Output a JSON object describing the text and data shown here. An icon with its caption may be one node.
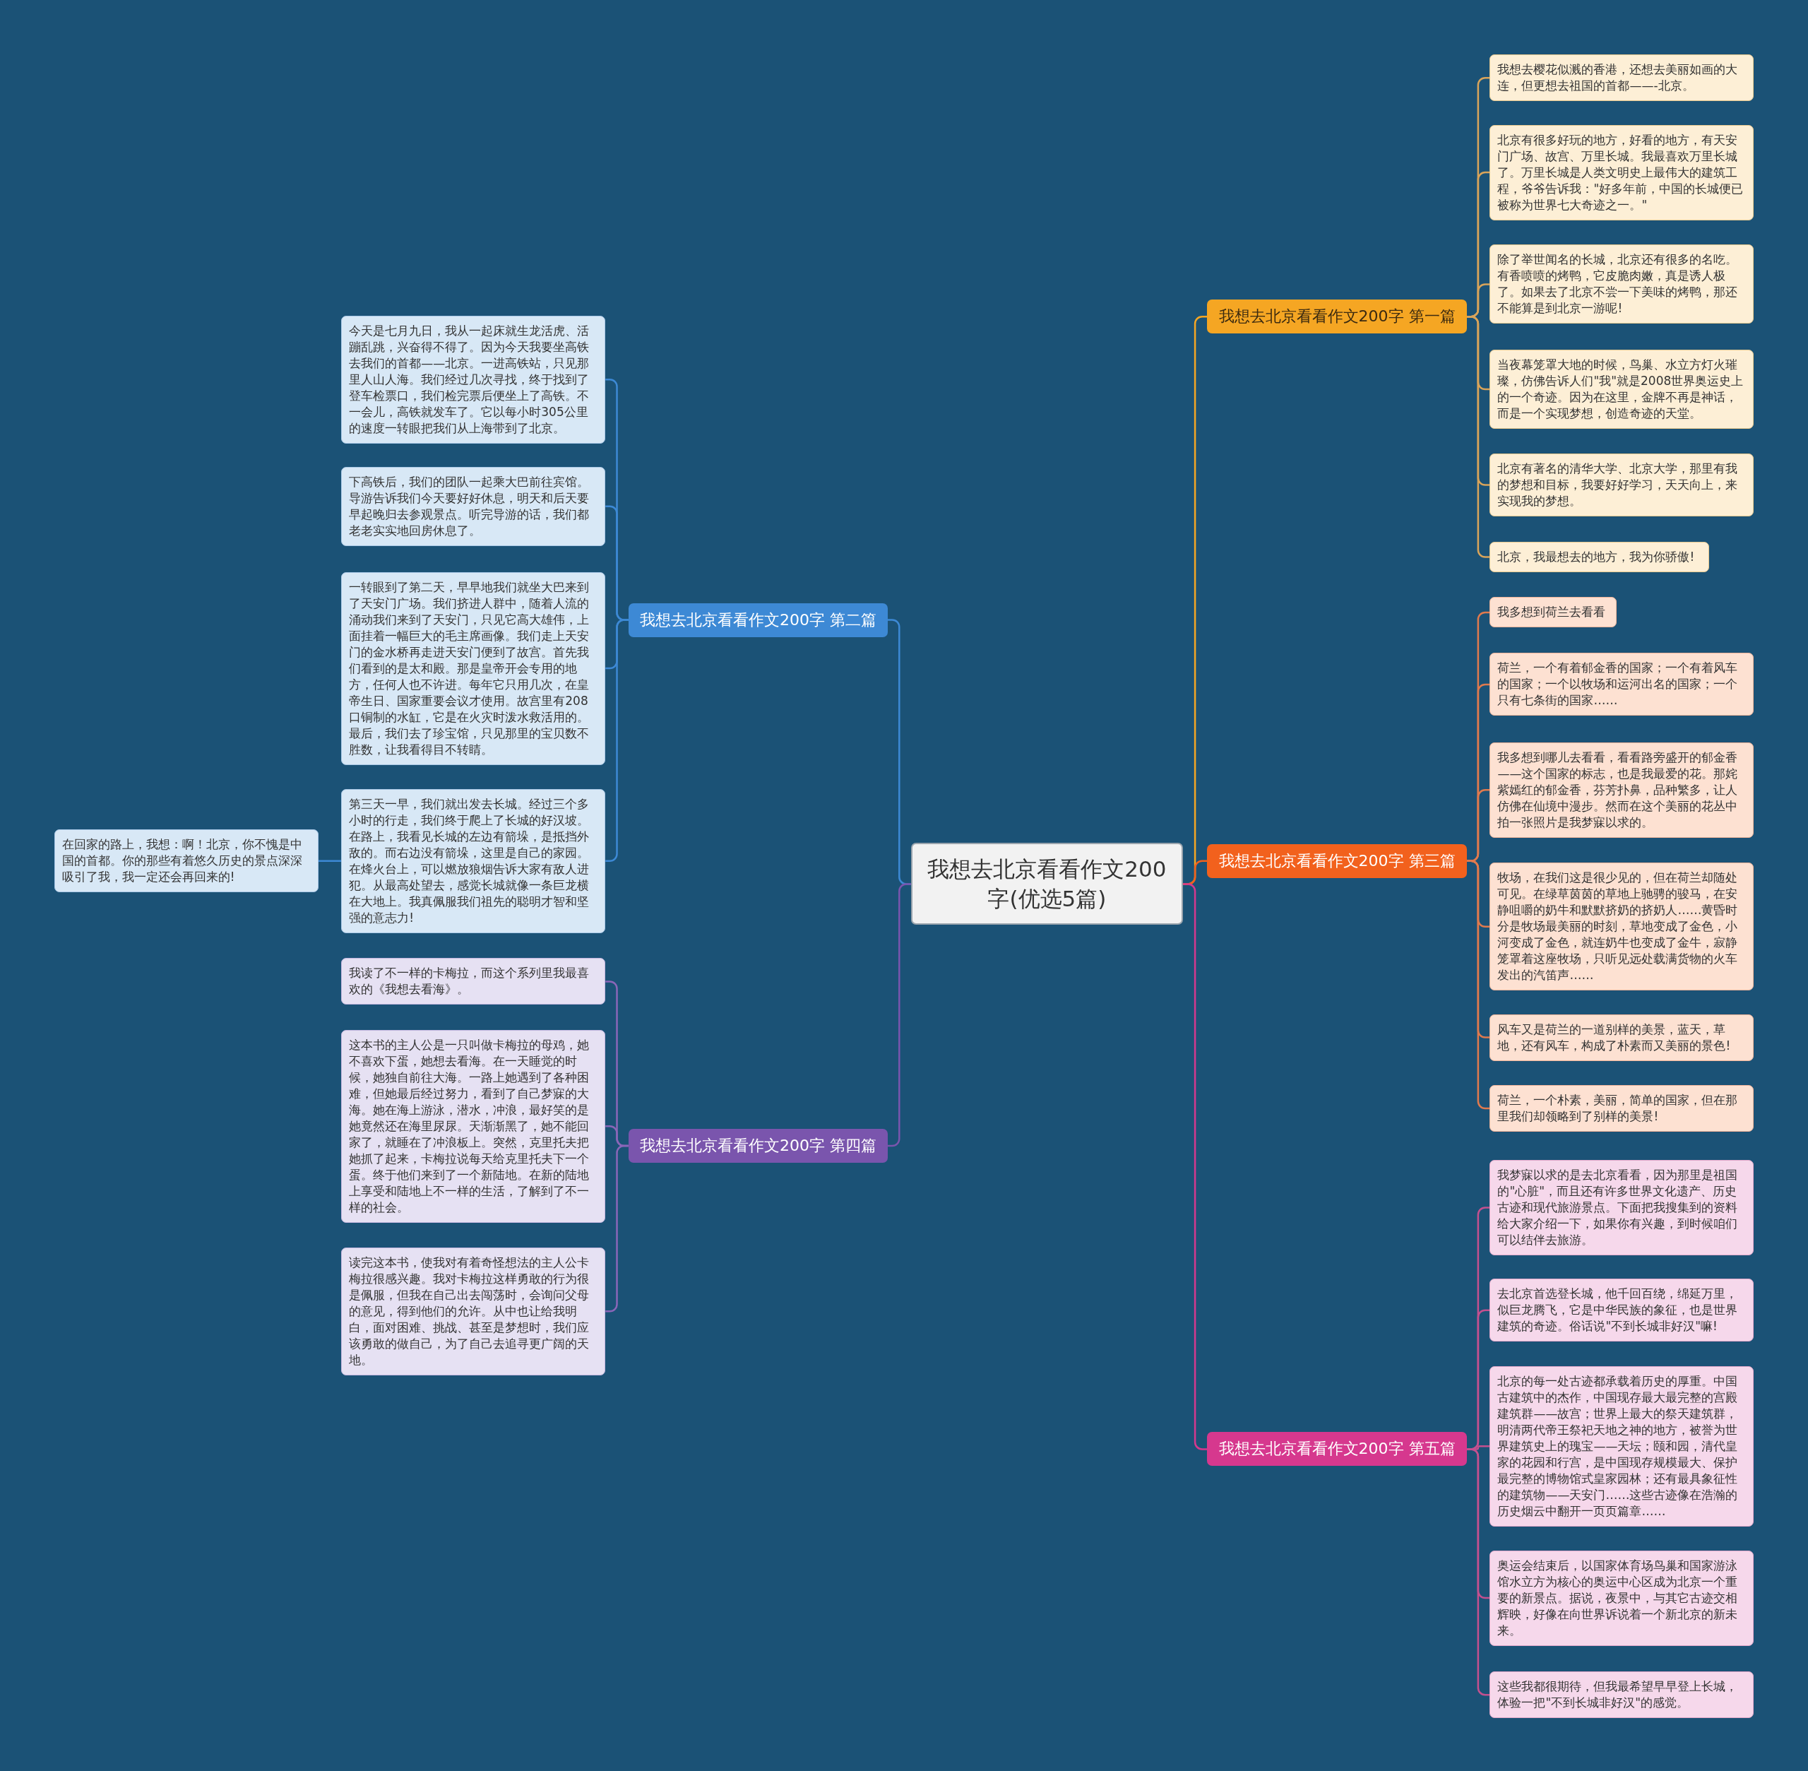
{
  "diagram": {
    "nodes": [
      {
        "text": [
          "我想去北京看看作文200字(优选5篇)"
        ]
      },
      {
        "text": [
          "我想去北京看看作文200字 第一篇"
        ]
      },
      {
        "text": [
          "我想去樱花似溅的香港，还想去美丽如画的大连，但更想去祖国的首都——-北京。"
        ]
      },
      {
        "text": [
          "北京有很多好玩的地方，好看的地方，有天安门广场、故宫、万里长城。我最喜欢万里长城了。万里长城是人类文明史上最伟大的建筑工程，爷爷告诉我：\"好多年前，中国的长城便已被称为世界七大奇迹之一。\""
        ]
      },
      {
        "text": [
          "除了举世闻名的长城，北京还有很多的名吃。有香喷喷的烤鸭，它皮脆肉嫩，真是诱人极了。如果去了北京不尝一下美味的烤鸭，那还不能算是到北京一游呢!"
        ]
      },
      {
        "text": [
          "当夜幕笼罩大地的时候，鸟巢、水立方灯火璀璨，仿佛告诉人们\"我\"就是2008世界奥运史上的一个奇迹。因为在这里，金牌不再是神话，而是一个实现梦想，创造奇迹的天堂。"
        ]
      },
      {
        "text": [
          "北京有著名的清华大学、北京大学，那里有我的梦想和目标，我要好好学习，天天向上，来实现我的梦想。"
        ]
      },
      {
        "text": [
          "北京，我最想去的地方，我为你骄傲!"
        ]
      },
      {
        "text": [
          "我想去北京看看作文200字 第三篇"
        ]
      },
      {
        "text": [
          "我多想到荷兰去看看"
        ]
      },
      {
        "text": [
          "荷兰，一个有着郁金香的国家；一个有着风车的国家；一个以牧场和运河出名的国家；一个只有七条街的国家……"
        ]
      },
      {
        "text": [
          "我多想到哪儿去看看，看看路旁盛开的郁金香——这个国家的标志，也是我最爱的花。那姹紫嫣红的郁金香，芬芳扑鼻，品种繁多，让人仿佛在仙境中漫步。然而在这个美丽的花丛中拍一张照片是我梦寐以求的。"
        ]
      },
      {
        "text": [
          "牧场，在我们这是很少见的，但在荷兰却随处可见。在绿草茵茵的草地上驰骋的骏马，在安静咀嚼的奶牛和默默挤奶的挤奶人……黄昏时分是牧场最美丽的时刻，草地变成了金色，小河变成了金色，就连奶牛也变成了金牛，寂静笼罩着这座牧场，只听见远处载满货物的火车发出的汽笛声……"
        ]
      },
      {
        "text": [
          "风车又是荷兰的一道别样的美景，蓝天，草地，还有风车，构成了朴素而又美丽的景色!"
        ]
      },
      {
        "text": [
          "荷兰，一个朴素，美丽，简单的国家，但在那里我们却领略到了别样的美景!"
        ]
      },
      {
        "text": [
          "我想去北京看看作文200字 第五篇"
        ]
      },
      {
        "text": [
          "我梦寐以求的是去北京看看，因为那里是祖国的\"心脏\"，而且还有许多世界文化遗产、历史古迹和现代旅游景点。下面把我搜集到的资料给大家介绍一下，如果你有兴趣，到时候咱们可以结伴去旅游。"
        ]
      },
      {
        "text": [
          "去北京首选登长城，他千回百绕，绵延万里，似巨龙腾飞，它是中华民族的象征，也是世界建筑的奇迹。俗话说\"不到长城非好汉\"嘛!"
        ]
      },
      {
        "text": [
          "北京的每一处古迹都承载着历史的厚重。中国古建筑中的杰作，中国现存最大最完整的宫殿建筑群——故宫；世界上最大的祭天建筑群，明清两代帝王祭祀天地之神的地方，被誉为世界建筑史上的瑰宝——天坛；颐和园，清代皇家的花园和行宫，是中国现存规模最大、保护最完整的博物馆式皇家园林；还有最具象征性的建筑物——天安门……这些古迹像在浩瀚的历史烟云中翻开一页页篇章……"
        ]
      },
      {
        "text": [
          "奥运会结束后，以国家体育场鸟巢和国家游泳馆水立方为核心的奥运中心区成为北京一个重要的新景点。据说，夜景中，与其它古迹交相辉映，好像在向世界诉说着一个新北京的新未来。"
        ]
      },
      {
        "text": [
          "这些我都很期待，但我最希望早早登上长城，体验一把\"不到长城非好汉\"的感觉。"
        ]
      },
      {
        "text": [
          "我想去北京看看作文200字 第二篇"
        ]
      },
      {
        "text": [
          "今天是七月九日，我从一起床就生龙活虎、活蹦乱跳，兴奋得不得了。因为今天我要坐高铁去我们的首都——北京。一进高铁站，只见那里人山人海。我们经过几次寻找，终于找到了登车检票口，我们检完票后便坐上了高铁。不一会儿，高铁就发车了。它以每小时305公里的速度一转眼把我们从上海带到了北京。"
        ]
      },
      {
        "text": [
          "下高铁后，我们的团队一起乘大巴前往宾馆。导游告诉我们今天要好好休息，明天和后天要早起晚归去参观景点。听完导游的话，我们都老老实实地回房休息了。"
        ]
      },
      {
        "text": [
          "一转眼到了第二天，早早地我们就坐大巴来到了天安门广场。我们挤进人群中，随着人流的涌动我们来到了天安门，只见它高大雄伟，上面挂着一幅巨大的毛主席画像。我们走上天安门的金水桥再走进天安门便到了故宫。首先我们看到的是太和殿。那是皇帝开会专用的地方，任何人也不许进。每年它只用几次，在皇帝生日、国家重要会议才使用。故宫里有208口铜制的水缸，它是在火灾时泼水救活用的。最后，我们去了珍宝馆，只见那里的宝贝数不胜数，让我看得目不转睛。"
        ]
      },
      {
        "text": [
          "第三天一早，我们就出发去长城。经过三个多小时的行走，我们终于爬上了长城的好汉坡。在路上，我看见长城的左边有箭垛，是抵挡外敌的。而右边没有箭垛，这里是自己的家园。在烽火台上，可以燃放狼烟告诉大家有敌人进犯。从最高处望去，感觉长城就像一条巨龙横在大地上。我真佩服我们祖先的聪明才智和坚强的意志力!"
        ]
      },
      {
        "text": [
          "在回家的路上，我想：啊！北京，你不愧是中国的首都。你的那些有着悠久历史的景点深深吸引了我，我一定还会再回来的!"
        ]
      },
      {
        "text": [
          "我想去北京看看作文200字 第四篇"
        ]
      },
      {
        "text": [
          "我读了不一样的卡梅拉，而这个系列里我最喜欢的《我想去看海》。"
        ]
      },
      {
        "text": [
          "这本书的主人公是一只叫做卡梅拉的母鸡，她不喜欢下蛋，她想去看海。在一天睡觉的时候，她独自前往大海。一路上她遇到了各种困难，但她最后经过努力，看到了自己梦寐的大海。她在海上游泳，潜水，冲浪，最好笑的是她竟然还在海里尿尿。天渐渐黑了，她不能回家了，就睡在了冲浪板上。突然，克里托夫把她抓了起来，卡梅拉说每天给克里托夫下一个蛋。终于他们来到了一个新陆地。在新的陆地上享受和陆地上不一样的生活，了解到了不一样的社会。"
        ]
      },
      {
        "text": [
          "读完这本书，使我对有着奇怪想法的主人公卡梅拉很感兴趣。我对卡梅拉这样勇敢的行为很是佩服，但我在自己出去闯荡时，会询问父母的意见，得到他们的允许。从中也让给我明白，面对困难、挑战、甚至是梦想时，我们应该勇敢的做自己，为了自己去追寻更广阔的天地。"
        ]
      }
    ],
    "edges": [
      {
        "from": 0,
        "to": 1,
        "arrow": "none",
        "color": "#f5a623"
      },
      {
        "from": 0,
        "to": 8,
        "arrow": "none",
        "color": "#f2611d"
      },
      {
        "from": 0,
        "to": 15,
        "arrow": "none",
        "color": "#d6388e"
      },
      {
        "from": 0,
        "to": 21,
        "arrow": "none",
        "color": "#3d89d5"
      },
      {
        "from": 0,
        "to": 27,
        "arrow": "none",
        "color": "#7a55ad"
      },
      {
        "from": 1,
        "to": 2,
        "arrow": "none",
        "color": "#d9a45a"
      },
      {
        "from": 1,
        "to": 3,
        "arrow": "none",
        "color": "#d9a45a"
      },
      {
        "from": 1,
        "to": 4,
        "arrow": "none",
        "color": "#d9a45a"
      },
      {
        "from": 1,
        "to": 5,
        "arrow": "none",
        "color": "#d9a45a"
      },
      {
        "from": 1,
        "to": 6,
        "arrow": "none",
        "color": "#d9a45a"
      },
      {
        "from": 1,
        "to": 7,
        "arrow": "none",
        "color": "#d9a45a"
      },
      {
        "from": 8,
        "to": 9,
        "arrow": "none",
        "color": "#e07a4e"
      },
      {
        "from": 8,
        "to": 10,
        "arrow": "none",
        "color": "#e07a4e"
      },
      {
        "from": 8,
        "to": 11,
        "arrow": "none",
        "color": "#e07a4e"
      },
      {
        "from": 8,
        "to": 12,
        "arrow": "none",
        "color": "#e07a4e"
      },
      {
        "from": 8,
        "to": 13,
        "arrow": "none",
        "color": "#e07a4e"
      },
      {
        "from": 8,
        "to": 14,
        "arrow": "none",
        "color": "#e07a4e"
      },
      {
        "from": 15,
        "to": 16,
        "arrow": "none",
        "color": "#c4508f"
      },
      {
        "from": 15,
        "to": 17,
        "arrow": "none",
        "color": "#c4508f"
      },
      {
        "from": 15,
        "to": 18,
        "arrow": "none",
        "color": "#c4508f"
      },
      {
        "from": 15,
        "to": 19,
        "arrow": "none",
        "color": "#c4508f"
      },
      {
        "from": 15,
        "to": 20,
        "arrow": "none",
        "color": "#c4508f"
      },
      {
        "from": 21,
        "to": 22,
        "arrow": "none",
        "color": "#3d89d5"
      },
      {
        "from": 21,
        "to": 23,
        "arrow": "none",
        "color": "#3d89d5"
      },
      {
        "from": 21,
        "to": 24,
        "arrow": "none",
        "color": "#3d89d5"
      },
      {
        "from": 21,
        "to": 25,
        "arrow": "none",
        "color": "#3d89d5"
      },
      {
        "from": 25,
        "to": 26,
        "arrow": "none",
        "color": "#3d89d5"
      },
      {
        "from": 27,
        "to": 28,
        "arrow": "none",
        "color": "#8a66b8"
      },
      {
        "from": 27,
        "to": 29,
        "arrow": "none",
        "color": "#8a66b8"
      },
      {
        "from": 27,
        "to": 30,
        "arrow": "none",
        "color": "#8a66b8"
      }
    ]
  }
}
